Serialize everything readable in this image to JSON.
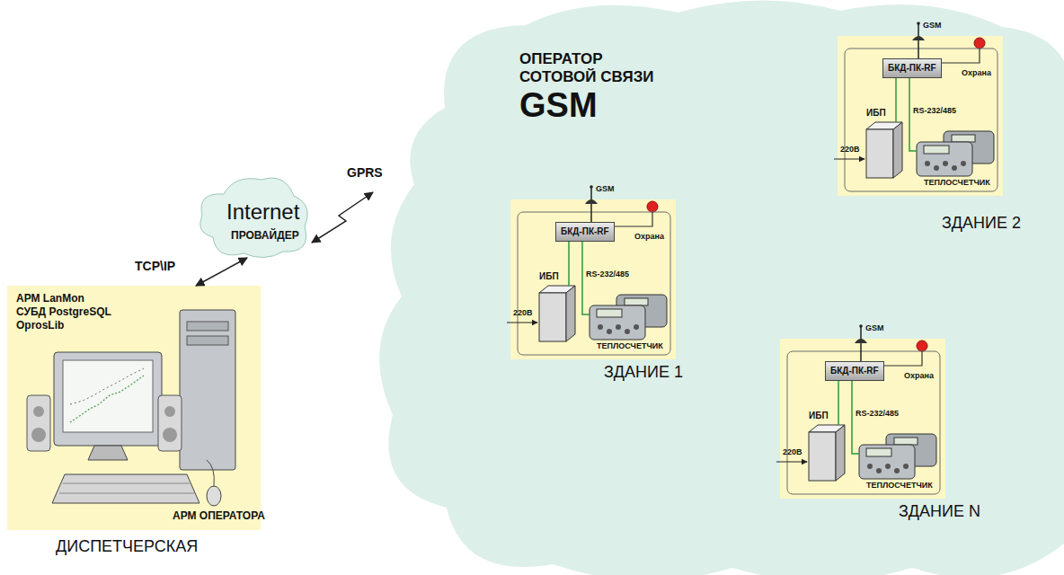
{
  "diagram": {
    "nodes": [
      {
        "text": [
          "АРМ LanMon",
          "СУБД PostgreSQL",
          "OprosLib",
          "АРМ ОПЕРАТОРА",
          "ДИСПЕТЧЕРСКАЯ"
        ]
      },
      {
        "text": [
          "Internet",
          "ПРОВАЙДЕР"
        ]
      },
      {
        "text": [
          "ОПЕРАТОР СОТОВОЙ СВЯЗИ",
          "GSM"
        ]
      },
      {
        "text": [
          "ЗДАНИЕ 1"
        ],
        "in": 2
      },
      {
        "text": [
          "БКД-ПК-RF"
        ],
        "in": 3
      },
      {
        "text": [
          "Охрана"
        ],
        "in": 3
      },
      {
        "text": [
          "ИБП"
        ],
        "in": 3
      },
      {
        "text": [
          "ТЕПЛОСЧЕТЧИК"
        ],
        "in": 3
      },
      {
        "text": [
          "ЗДАНИЕ 2"
        ],
        "in": 2
      },
      {
        "text": [
          "БКД-ПК-RF"
        ],
        "in": 8
      },
      {
        "text": [
          "Охрана"
        ],
        "in": 8
      },
      {
        "text": [
          "ИБП"
        ],
        "in": 8
      },
      {
        "text": [
          "ТЕПЛОСЧЕТЧИК"
        ],
        "in": 8
      },
      {
        "text": [
          "ЗДАНИЕ N"
        ],
        "in": 2
      },
      {
        "text": [
          "БКД-ПК-RF"
        ],
        "in": 13
      },
      {
        "text": [
          "Охрана"
        ],
        "in": 13
      },
      {
        "text": [
          "ИБП"
        ],
        "in": 13
      },
      {
        "text": [
          "ТЕПЛОСЧЕТЧИК"
        ],
        "in": 13
      }
    ],
    "edges": [
      {
        "from": 0,
        "to": 1,
        "label": "TCP\\IP",
        "arrow": "both"
      },
      {
        "from": 1,
        "to": 2,
        "label": "GPRS",
        "arrow": "both"
      },
      {
        "from": 4,
        "to": 5,
        "arrow": "none"
      },
      {
        "from": 4,
        "to": 6,
        "arrow": "none"
      },
      {
        "from": 4,
        "to": 7,
        "label": "RS-232/485",
        "arrow": "none"
      },
      {
        "from": 9,
        "to": 10,
        "arrow": "none"
      },
      {
        "from": 9,
        "to": 11,
        "arrow": "none"
      },
      {
        "from": 9,
        "to": 12,
        "label": "RS-232/485",
        "arrow": "none"
      },
      {
        "from": 14,
        "to": 15,
        "arrow": "none"
      },
      {
        "from": 14,
        "to": 16,
        "arrow": "none"
      },
      {
        "from": 14,
        "to": 17,
        "label": "RS-232/485",
        "arrow": "none"
      }
    ],
    "labels": [
      "GSM",
      "220В",
      "GSM",
      "220В",
      "GSM",
      "220В"
    ]
  }
}
